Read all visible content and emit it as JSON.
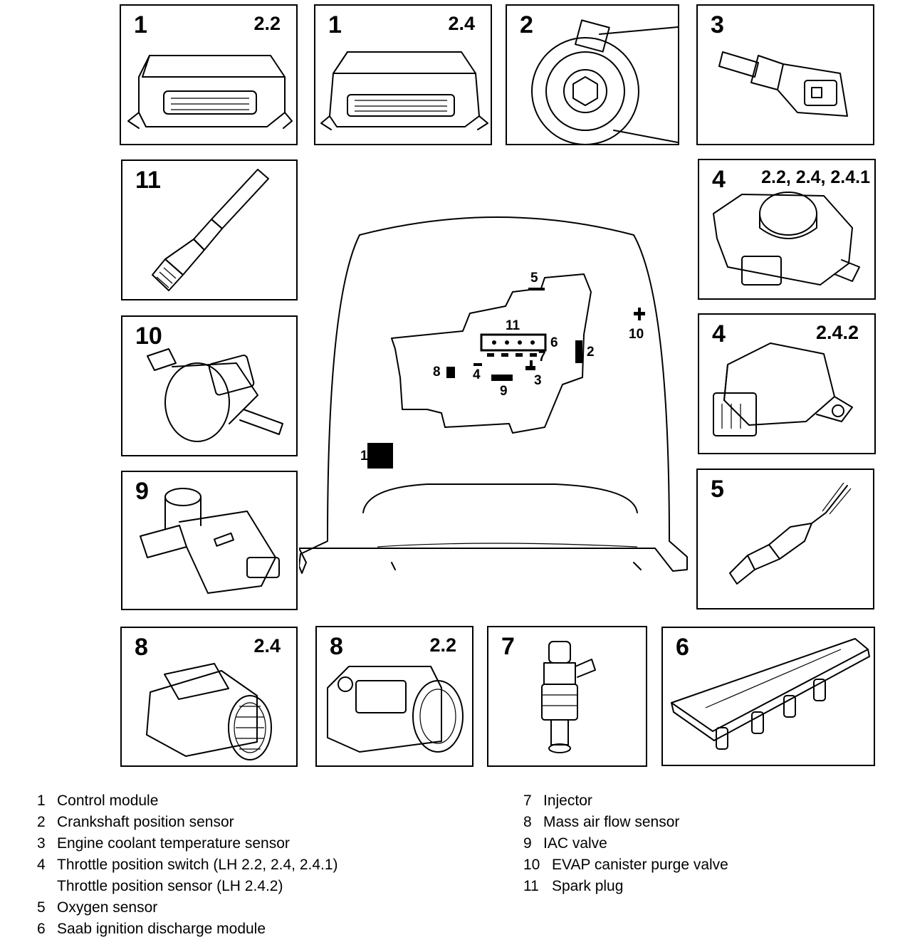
{
  "panels": {
    "ecu22": {
      "number": "1",
      "version": "2.2"
    },
    "ecu24": {
      "number": "1",
      "version": "2.4"
    },
    "crank": {
      "number": "2",
      "version": ""
    },
    "coolant": {
      "number": "3",
      "version": ""
    },
    "plug": {
      "number": "11",
      "version": ""
    },
    "tps1": {
      "number": "4",
      "version": "2.2, 2.4, 2.4.1"
    },
    "evap": {
      "number": "10",
      "version": ""
    },
    "tps2": {
      "number": "4",
      "version": "2.4.2"
    },
    "iac": {
      "number": "9",
      "version": ""
    },
    "o2": {
      "number": "5",
      "version": ""
    },
    "maf24": {
      "number": "8",
      "version": "2.4"
    },
    "maf22": {
      "number": "8",
      "version": "2.2"
    },
    "inj": {
      "number": "7",
      "version": ""
    },
    "idm": {
      "number": "6",
      "version": ""
    }
  },
  "center_labels": {
    "l1": "1",
    "l2": "2",
    "l3": "3",
    "l4": "4",
    "l5": "5",
    "l6": "6",
    "l7": "7",
    "l8": "8",
    "l9": "9",
    "l10": "10",
    "l11": "11"
  },
  "legend_left": [
    {
      "n": "1",
      "text": "Control module"
    },
    {
      "n": "2",
      "text": "Crankshaft position sensor"
    },
    {
      "n": "3",
      "text": "Engine coolant temperature sensor"
    },
    {
      "n": "4",
      "text": "Throttle position switch (LH 2.2, 2.4, 2.4.1)"
    },
    {
      "n": "",
      "text": "Throttle position sensor (LH 2.4.2)"
    },
    {
      "n": "5",
      "text": "Oxygen sensor"
    },
    {
      "n": "6",
      "text": "Saab ignition discharge module"
    }
  ],
  "legend_right": [
    {
      "n": "7",
      "text": "Injector"
    },
    {
      "n": "8",
      "text": "Mass air flow sensor"
    },
    {
      "n": "9",
      "text": "IAC valve"
    },
    {
      "n": "10",
      "text": "EVAP canister purge valve"
    },
    {
      "n": "11",
      "text": "Spark plug"
    }
  ]
}
